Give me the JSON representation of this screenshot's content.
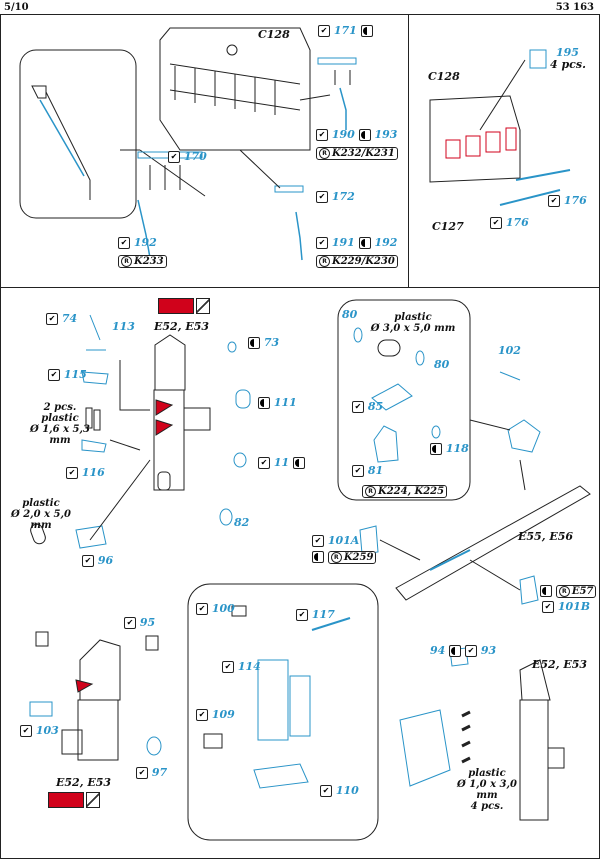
{
  "header": {
    "page_number": "5/10",
    "code": "53 163"
  },
  "colors": {
    "part_number": "#2a94c8",
    "highlight_red": "#d0021b",
    "ink": "#111111"
  },
  "panel1": {
    "c128": "C128",
    "p171": "171",
    "p170": "170",
    "p172": "172",
    "p190": "190",
    "p193": "193",
    "k232": "K232/K231",
    "p192": "192",
    "k233": "K233",
    "p191": "191",
    "p192b": "192",
    "k229": "K229/K230"
  },
  "panel2": {
    "p195": "195",
    "pcs4": "4 pcs.",
    "c128": "C128",
    "c127": "C127",
    "p176a": "176",
    "p176b": "176"
  },
  "panel3": {
    "e52": "E52, E53",
    "p74": "74",
    "p113": "113",
    "p73": "73",
    "p115": "115",
    "pcs2": "2 pcs.",
    "plastic": "plastic",
    "dim1": "Ø 1,6 x 5,3 mm",
    "p111": "111",
    "p11": "11",
    "p116": "116",
    "p82": "82",
    "plastic2": "plastic",
    "dim2": "Ø 2,0 x 5,0 mm",
    "p96": "96"
  },
  "panel4": {
    "p80a": "80",
    "plastic": "plastic",
    "dim": "Ø 3,0 x 5,0 mm",
    "p80b": "80",
    "p85": "85",
    "p118": "118",
    "p81": "81",
    "k224": "K224, K225"
  },
  "panel5": {
    "p102": "102",
    "e55": "E55, E56",
    "p101a": "101A",
    "k259": "K259",
    "e57": "E57",
    "p101b": "101B"
  },
  "panel6": {
    "p95": "95",
    "p103": "103",
    "p97": "97",
    "e52": "E52, E53"
  },
  "panel7": {
    "p100": "100",
    "p117": "117",
    "p114": "114",
    "p109": "109",
    "p110": "110"
  },
  "panel8": {
    "p94": "94",
    "p93": "93",
    "e52": "E52, E53",
    "plastic": "plastic",
    "dim": "Ø 1,0 x 3,0 mm",
    "pcs": "4 pcs."
  },
  "marks": {
    "check": "✔",
    "ref_letter": "R"
  }
}
